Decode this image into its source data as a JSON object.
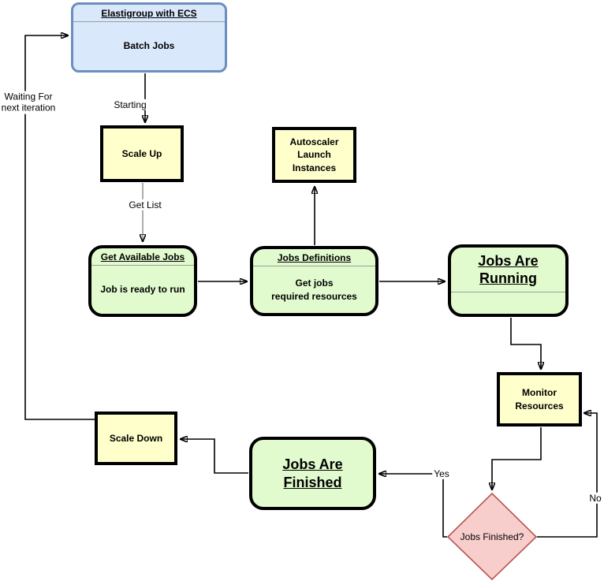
{
  "diagram": {
    "nodes": {
      "elastigroup": {
        "title": "Elastigroup with ECS",
        "body": "Batch Jobs"
      },
      "scale_up": {
        "label": "Scale Up"
      },
      "autoscaler": {
        "label": "Autoscaler\nLaunch\nInstances"
      },
      "get_available_jobs": {
        "title": "Get Available Jobs",
        "body": "Job is ready to run"
      },
      "jobs_definitions": {
        "title": "Jobs Definitions",
        "body": "Get jobs\nrequired resources"
      },
      "jobs_are_running": {
        "title": "Jobs Are\nRunning"
      },
      "monitor_resources": {
        "label": "Monitor\nResources"
      },
      "jobs_finished_decision": {
        "label": "Jobs Finished?"
      },
      "jobs_are_finished": {
        "title": "Jobs Are\nFinished"
      },
      "scale_down": {
        "label": "Scale Down"
      }
    },
    "edge_labels": {
      "starting": "Starting",
      "get_list": "Get List",
      "yes": "Yes",
      "no": "No",
      "waiting": "Waiting For\nnext iteration"
    },
    "colors": {
      "blue_fill": "#dae8fc",
      "blue_border": "#6c8ebf",
      "yellow_fill": "#ffffcc",
      "green_fill": "#e2fbce",
      "pink_fill": "#f8cecc",
      "pink_border": "#b85450",
      "black_border": "#000000",
      "gray_connector": "#999999"
    }
  }
}
